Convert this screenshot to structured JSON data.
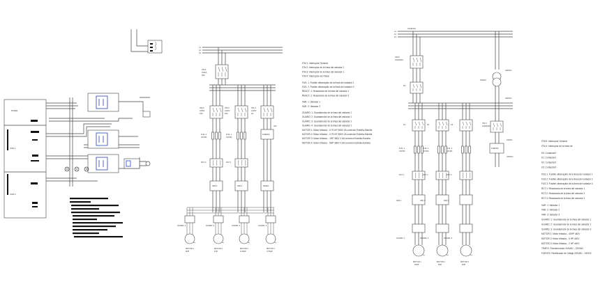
{
  "left_panel": {
    "panel_label": "PANEL",
    "vdf1_label": "VAR 1",
    "vdf2_label": "VAR 2"
  },
  "middle": {
    "bus_labels": [
      "L1",
      "L2",
      "L3"
    ],
    "main_breaker": {
      "name": "ITM 1",
      "rating": "3x40A",
      "current": "25A"
    },
    "breakers": [
      {
        "name": "ITM 2",
        "rating": "3x40V",
        "current": "16A"
      },
      {
        "name": "ITM 3",
        "rating": "3x40V",
        "current": "16A"
      },
      {
        "name": "ITM 4",
        "rating": "2x40V",
        "current": "2A"
      }
    ],
    "fuses": [
      {
        "name": "FUS. 2",
        "type": "ULTRA"
      },
      {
        "name": "FUS. 1",
        "type": "ULTRA"
      }
    ],
    "supply": {
      "name": "FUENTE",
      "value": "24V"
    },
    "relays": [
      "RCT 2",
      "RCT 1"
    ],
    "vfds": [
      "VAR 2",
      "VAR 1",
      "PANEL"
    ],
    "guards": [
      "GUARD. 4",
      "GUARD. 3",
      "GUARD. 2",
      "GUARD. 1"
    ],
    "motors": [
      {
        "name": "MOTOR 4",
        "power": "5HP"
      },
      {
        "name": "MOTOR 3",
        "power": "1HP"
      },
      {
        "name": "MOTOR 2",
        "power": "0.75HP"
      },
      {
        "name": "MOTOR 1",
        "power": "0.75HP"
      }
    ],
    "legend": [
      "ITM 1: Interruptor General",
      "ITM 2: Interruptor de la linea del variador 2",
      "ITM 3: Interruptor de la linea del variador 1",
      "ITM 4: Interruptor del Panel",
      "FUS. 1: Fusible ultrarrapido de la linea del variador 1",
      "FUS. 2: Fusible ultrarrapido de la linea del variador 2",
      "REACT. 1: Reactancia de la linea del variador 1",
      "REACT. 2: Reactancia de la linea del variador 2",
      "VAR. 1: Variador 1",
      "VAR. 2: Variador 2",
      "GUARD. 1: Guardamotor de la linea del variador 1",
      "GUARD. 2: Guardamotor de la linea del variador 1",
      "GUARD. 3: Guardamotor de la linea del variador 2",
      "GUARD. 4: Guardamotor de la linea del variador 2",
      "MOTOR 1: Motor trifasico - 0.75 HP 380V 2A conexion Estrella-Estrella",
      "MOTOR 2: Motor trifasico - 0.75 HP 380V 2A conexion Estrella-Estrella",
      "MOTOR 3: Motor trifasico - 1HP 380V 2.6A conexion Estrella-Estrella",
      "MOTOR 4: Motor trifasico - 5HP 380V 2.6A conexion Estrella-Estrella"
    ]
  },
  "right": {
    "supply_label": "3x440VAC",
    "bus_labels": [
      "L1",
      "L2",
      "L3"
    ],
    "main_breaker": {
      "name": "ITM 5",
      "rating": "3x440VAC"
    },
    "contactor_main": "K0",
    "contactors": [
      "K1",
      "K2",
      "K3"
    ],
    "fuses": [
      {
        "name": "FUS. 1",
        "type": "ULTRA"
      },
      {
        "name": "FUS. 2",
        "type": "ULTRA"
      },
      {
        "name": "FUS. 3",
        "type": "ULTRA"
      }
    ],
    "relays": [
      "RCT 1",
      "RCT 2",
      "RCT 3"
    ],
    "vfds": [
      "VAR 1",
      "VAR 2",
      "VAR 3"
    ],
    "guards": [
      "GUARD. 1",
      "GUARD. 2",
      "GUARD. 3"
    ],
    "motors": [
      {
        "name": "MOTOR 1",
        "power": "40HP"
      },
      {
        "name": "MOTOR 2",
        "power": "5HP"
      },
      {
        "name": "MOTOR 3",
        "power": "2HP"
      }
    ],
    "transformer": {
      "name": "TRAFO",
      "primary": "440VAC",
      "secondary": "220VAC"
    },
    "aux_breaker": {
      "name": "ITM 4",
      "rating": "2x220VAC"
    },
    "psu": {
      "name": "FUENTE",
      "out": "24VDC",
      "in": "220VAC"
    },
    "legend": [
      "ITM 5: Interruptor General",
      "ITM 4: Interruptor de la linea de",
      "K0: Contactor0",
      "K1: Contactor1",
      "K2: Contactor2",
      "K3: Contactor3",
      "FUS.1: Fusible ultrarrapido de la linea del variador 1",
      "FUS.2: Fusible ultrarrapido de la linea del variador 2",
      "FUS.3: Fusible ultrarrapido de la linea del variador 3",
      "RCT.1: Reactancia de la linea del variador 1",
      "RCT.2: Reactancia de la linea del variador 2",
      "RCT.3: Reactancia de la linea del variador 3",
      "VAR. 1: Variador 1",
      "VAR. 2: Variador 2",
      "VAR. 3: Variador 3",
      "GUARD. 1: Guardamotor de la linea del variador 1",
      "GUARD. 2: Guardamotor de la linea del variador 2",
      "GUARD. 3: Guardamotor de la linea del variador 3",
      "MOTOR 1: Motor trifasico - 40HP 440V",
      "MOTOR 2: Motor trifasico - 5 HP 440V",
      "MOTOR 3: Motor trifasico - 2 HP 440V",
      "TRAFO: Transformador 440VAC - 220VAC",
      "FUENTE: Rectificador de Voltaje 220VAC - 24VDC"
    ]
  }
}
